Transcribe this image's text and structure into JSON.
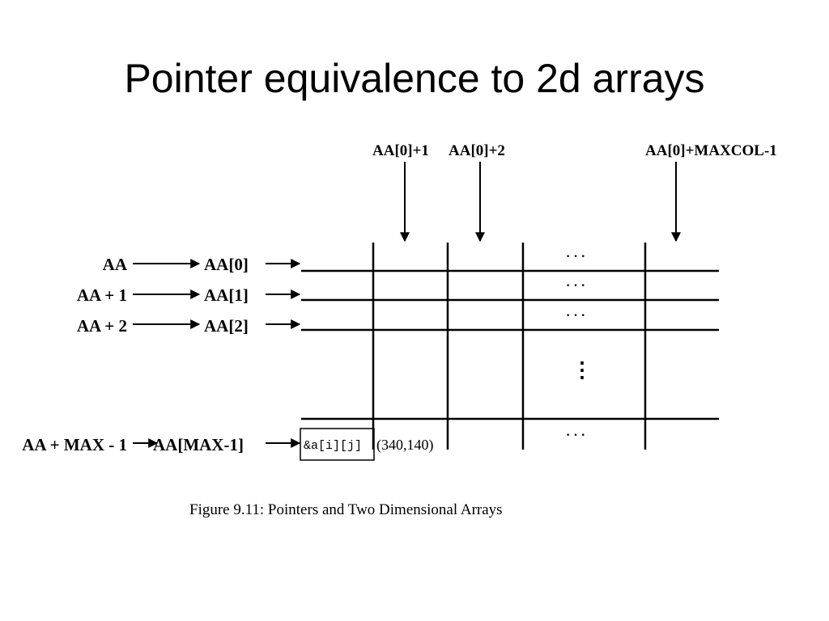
{
  "slide": {
    "title": "Pointer equivalence to 2d arrays"
  },
  "diagram": {
    "column_pointers": [
      "AA[0]+1",
      "AA[0]+2",
      "AA[0]+MAXCOL-1"
    ],
    "row_pointer_labels": [
      "AA",
      "AA + 1",
      "AA + 2",
      "AA + MAX - 1"
    ],
    "row_array_labels": [
      "AA[0]",
      "AA[1]",
      "AA[2]",
      "AA[MAX-1]"
    ],
    "ellipsis_h": "· · ·",
    "ellipsis_v": "⋮",
    "cell_label": "&a[i][j]",
    "cell_coords": "(340,140)",
    "caption": "Figure 9.11: Pointers and Two Dimensional Arrays"
  },
  "colors": {
    "ink": "#000000",
    "background": "#ffffff"
  }
}
